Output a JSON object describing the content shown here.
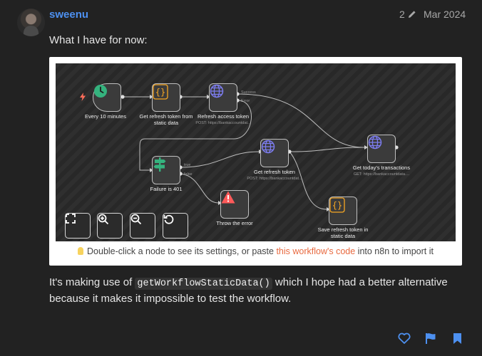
{
  "post": {
    "username": "sweenu",
    "edit_count": "2",
    "date": "Mar 2024",
    "intro": "What I have for now:",
    "body_before": "It's making use of ",
    "body_code": "getWorkflowStaticData()",
    "body_after": " which I hope had a better alternative because it makes it impossible to test the workflow."
  },
  "workflow": {
    "nodes": {
      "every10": {
        "label": "Every 10 minutes"
      },
      "getref": {
        "label": "Get refresh token from static data"
      },
      "refresh": {
        "label": "Refresh access token",
        "sub": "POST: https://bankaccountdat..."
      },
      "getnewref": {
        "label": "Get refresh token",
        "sub": "POST: https://bankaccountdat..."
      },
      "today": {
        "label": "Get today's transactions",
        "sub": "GET: https://bankaccountdata...."
      },
      "failure": {
        "label": "Failure is 401"
      },
      "throw": {
        "label": "Throw the error"
      },
      "save": {
        "label": "Save refresh token in static data"
      }
    },
    "ports": {
      "success": "Success",
      "error": "Error",
      "true": "true",
      "false": "false"
    },
    "hint_before": "Double-click a node to see its settings, or paste ",
    "hint_link": "this workflow's code",
    "hint_after": " into n8n to import it"
  },
  "colors": {
    "accent": "#4d90f0",
    "link": "#e8693f",
    "trigger_icon": "#35b37e",
    "code_icon": "#f5a623",
    "http_icon": "#7d7df0",
    "error_icon": "#ff5a5a"
  },
  "icons": [
    "pencil-icon",
    "clock-icon",
    "lightning-icon",
    "braces-icon",
    "globe-icon",
    "signpost-icon",
    "warning-icon",
    "fit-view-icon",
    "zoom-in-icon",
    "zoom-out-icon",
    "reset-icon",
    "heart-icon",
    "flag-icon",
    "bookmark-icon",
    "bulb-icon"
  ]
}
